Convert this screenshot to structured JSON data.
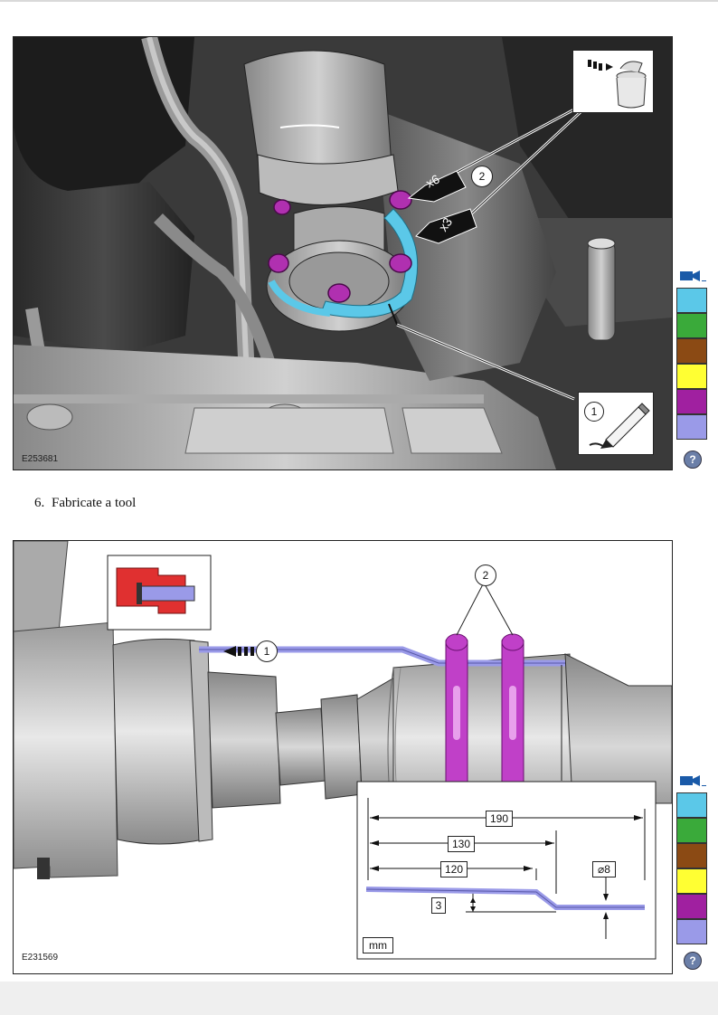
{
  "figure1": {
    "code": "E253681",
    "callout_1": "1",
    "callout_2": "2",
    "qty_x6": "x6",
    "qty_x3": "x3",
    "icons": [
      "discard-bin-icon",
      "paint-marker-icon"
    ]
  },
  "step": {
    "number": "6.",
    "text": "Fabricate a tool"
  },
  "figure2": {
    "code": "E231569",
    "callout_1": "1",
    "callout_2": "2",
    "dimensions": {
      "d190": "190",
      "d130": "130",
      "d120": "120",
      "diameter": "⌀8",
      "offset": "3",
      "unit": "mm"
    }
  },
  "color_legend": {
    "swatches": [
      "#5bc8e8",
      "#3aaa3a",
      "#8b4a14",
      "#ffff33",
      "#a020a0",
      "#9a9ae8"
    ],
    "help": "?",
    "icons": [
      "video-camera-icon",
      "help-icon"
    ]
  }
}
